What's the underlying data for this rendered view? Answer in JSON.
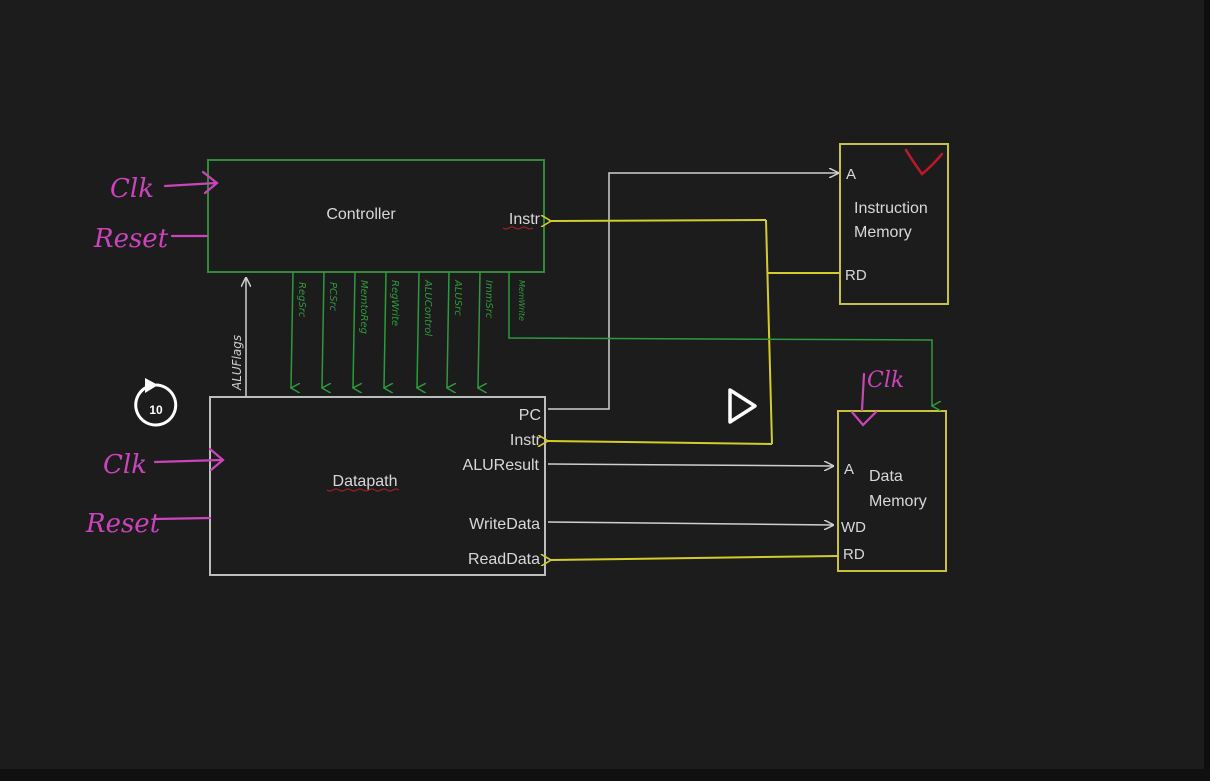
{
  "controller": {
    "title": "Controller",
    "instr_port": "Instr"
  },
  "datapath": {
    "title": "Datapath",
    "ports": {
      "pc": "PC",
      "instr": "Instr",
      "aluresult": "ALUResult",
      "writedata": "WriteData",
      "readdata": "ReadData"
    }
  },
  "instruction_memory": {
    "title_line1": "Instruction",
    "title_line2": "Memory",
    "port_a": "A",
    "port_rd": "RD"
  },
  "data_memory": {
    "title_line1": "Data",
    "title_line2": "Memory",
    "port_a": "A",
    "port_wd": "WD",
    "port_rd": "RD"
  },
  "handwritten": {
    "clk_controller": "Clk",
    "reset_controller": "Reset",
    "clk_datapath": "Clk",
    "reset_datapath": "Reset",
    "clk_data_memory": "Clk"
  },
  "control_signals": [
    "RegSrc",
    "PCSrc",
    "MemtoReg",
    "RegWrite",
    "ALUControl",
    "ALUSrc",
    "ImmSrc",
    "MemWrite"
  ],
  "feedback_signal": "ALUFlags",
  "player": {
    "replay_label": "10"
  },
  "colors": {
    "controller_border": "#2e8b3a",
    "signal_green": "#2e9a3e",
    "box_gray": "#bdbdbd",
    "memory_yellow": "#c8c23a",
    "wire_white": "#cfcfcf",
    "wire_yellow": "#d4cc2a",
    "handwriting_magenta": "#cc44bb",
    "check_red": "#c0182b"
  }
}
